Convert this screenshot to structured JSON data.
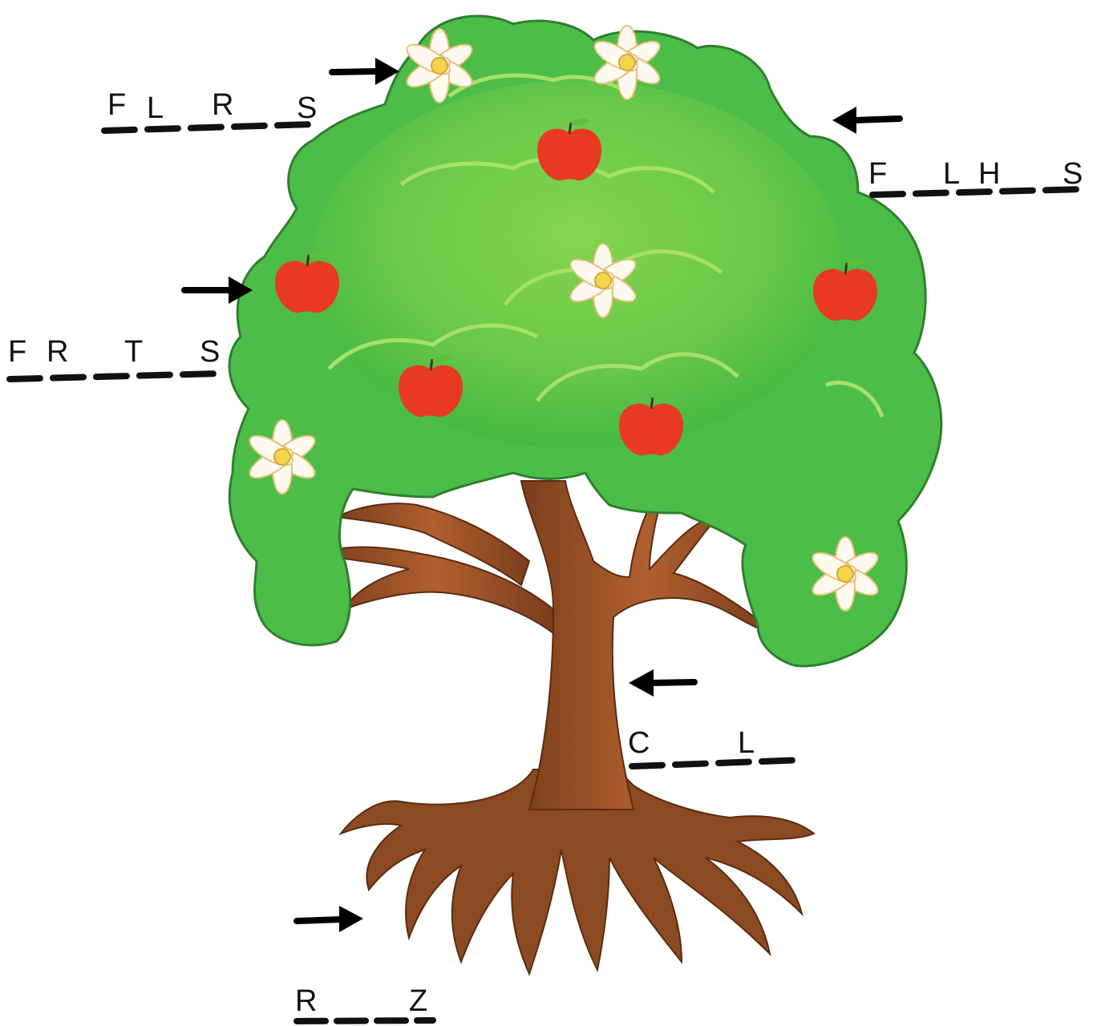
{
  "worksheet": {
    "labels": [
      {
        "id": "flowers",
        "letters": [
          "F",
          "L",
          "R",
          "S"
        ]
      },
      {
        "id": "fruits",
        "letters": [
          "F",
          "R",
          "T",
          "S"
        ]
      },
      {
        "id": "leaves",
        "letters": [
          "F",
          "L",
          "H",
          "S"
        ]
      },
      {
        "id": "trunk",
        "letters": [
          "C",
          "L"
        ]
      },
      {
        "id": "roots",
        "letters": [
          "R",
          "Z"
        ]
      }
    ]
  },
  "colors": {
    "foliage_dark": "#3a9a3a",
    "foliage_mid": "#55c255",
    "foliage_light": "#8ad84f",
    "trunk": "#8b4a22",
    "trunk_light": "#b0602e",
    "apple": "#e83a22",
    "flower_petal": "#fffaf0",
    "flower_center": "#f2d64b",
    "arrow": "#000000"
  }
}
